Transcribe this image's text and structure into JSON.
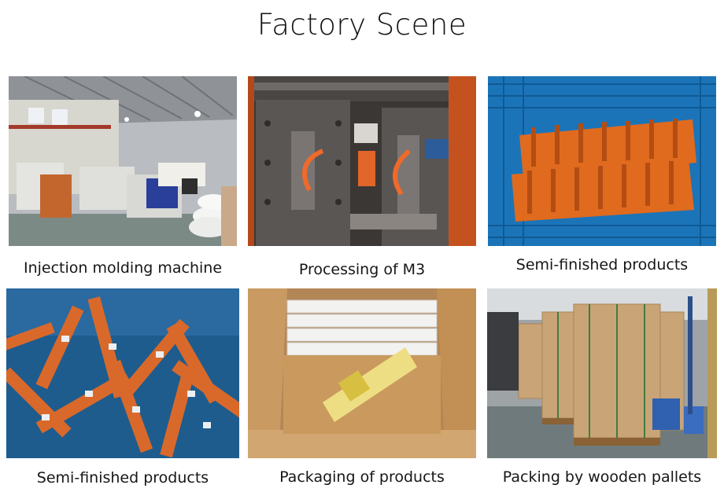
{
  "page": {
    "title": "Factory Scene"
  },
  "photos": [
    {
      "caption": "Injection molding machine"
    },
    {
      "caption": "Processing of M3"
    },
    {
      "caption": "Semi-finished products"
    },
    {
      "caption": "Semi-finished products"
    },
    {
      "caption": "Packaging of products"
    },
    {
      "caption": "Packing by wooden pallets"
    }
  ],
  "colors": {
    "product_orange": "#e06a1e",
    "crate_blue": "#1c74b8",
    "cardboard": "#c99a62",
    "machine_blue": "#2a3f9a"
  }
}
